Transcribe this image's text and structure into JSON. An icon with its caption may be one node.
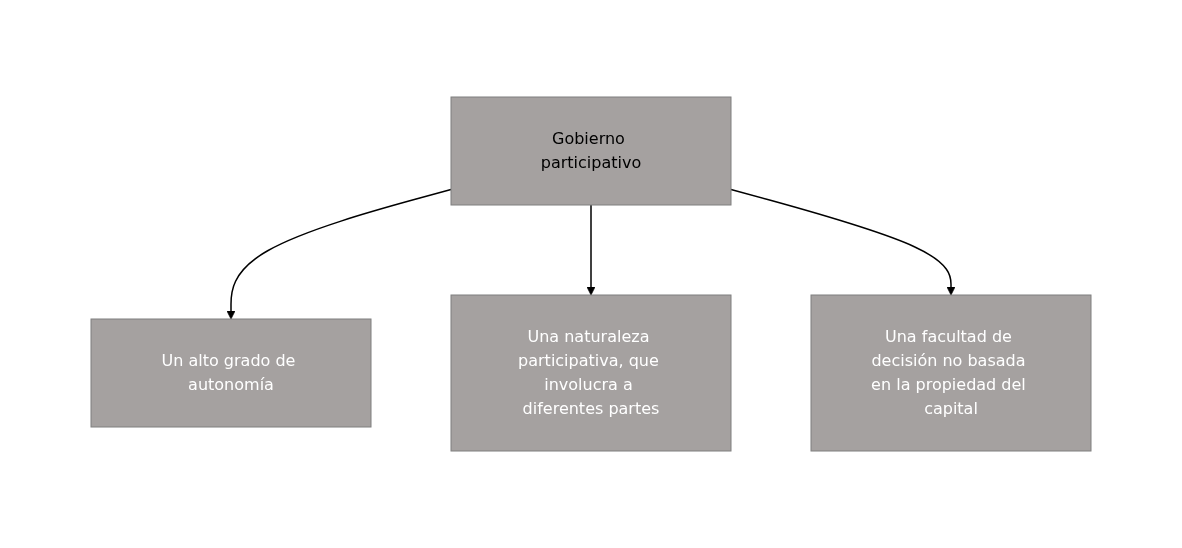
{
  "diagram": {
    "nodes": [
      {
        "text": [
          "Gobierno participativo"
        ]
      },
      {
        "text": [
          "Un alto grado de autonomía"
        ]
      },
      {
        "text": [
          "Una naturaleza participativa, que involucra a diferentes partes"
        ]
      },
      {
        "text": [
          "Una facultad de decisión no basada en la propiedad del capital"
        ]
      }
    ],
    "edges": [
      {
        "from": 0,
        "to": 1,
        "arrow": "to"
      },
      {
        "from": 0,
        "to": 2,
        "arrow": "to"
      },
      {
        "from": 0,
        "to": 3,
        "arrow": "to"
      }
    ]
  }
}
